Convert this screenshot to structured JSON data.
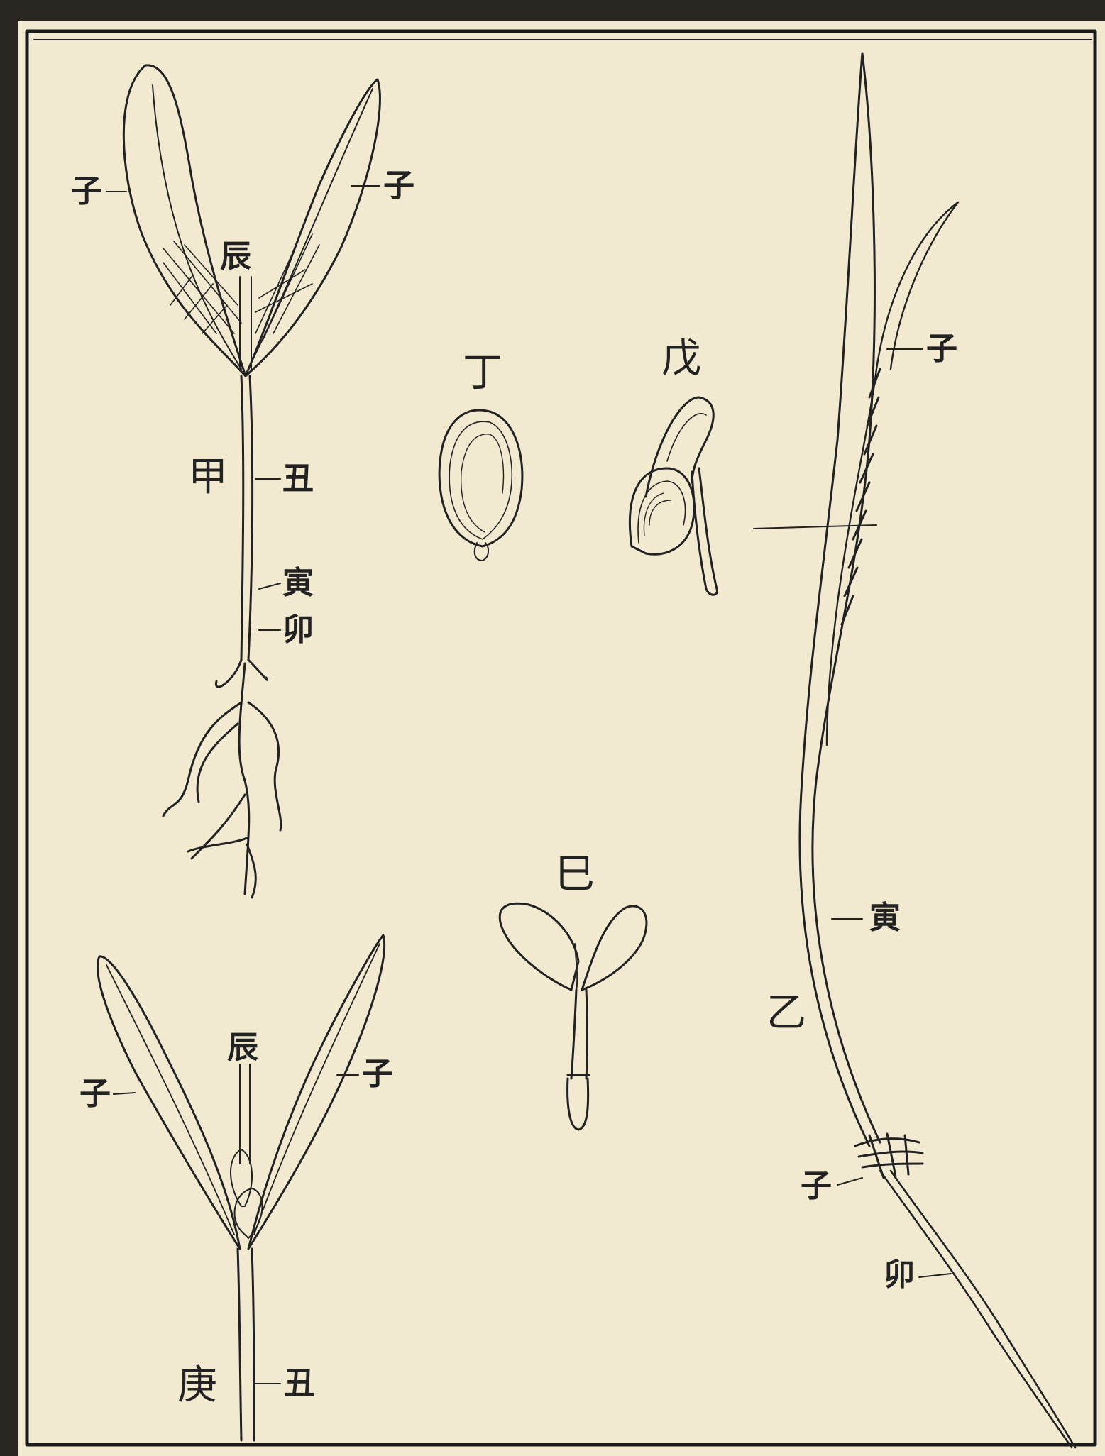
{
  "colors": {
    "paper": "#f1ead0",
    "ink": "#222222",
    "frame": "#1a1a1a"
  },
  "figures": {
    "jia": "甲",
    "yi": "乙",
    "ding": "丁",
    "wu": "戊",
    "si": "巳",
    "geng": "庚"
  },
  "labels": {
    "jia": {
      "zi_left": "子",
      "zi_right": "子",
      "chen": "辰",
      "chou": "丑",
      "yin": "寅",
      "mao": "卯"
    },
    "yi": {
      "zi_top": "子",
      "yin": "寅",
      "zi_bottom": "子",
      "mao": "卯"
    },
    "geng": {
      "zi_left": "子",
      "zi_right": "子",
      "chen": "辰",
      "chou": "丑"
    }
  }
}
